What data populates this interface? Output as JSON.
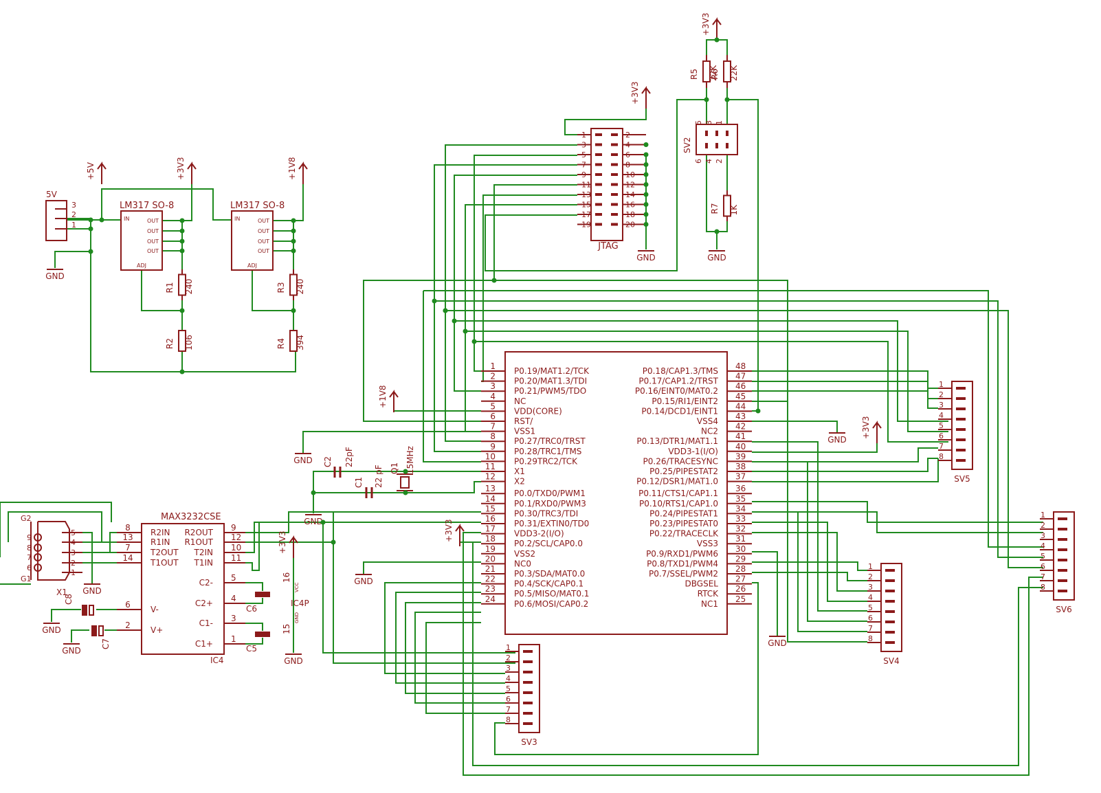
{
  "power": {
    "v5": "+5V",
    "v3v3": "+3V3",
    "v1v8": "+1V8",
    "gnd": "GND"
  },
  "regulators": [
    {
      "name": "LM317 SO-8",
      "in": "IN",
      "out": "OUT",
      "adj": "ADJ"
    },
    {
      "name": "LM317 SO-8",
      "in": "IN",
      "out": "OUT",
      "adj": "ADJ"
    }
  ],
  "connector_5v": {
    "name": "5V",
    "pins": [
      "3",
      "2",
      "1"
    ]
  },
  "resistors": {
    "r1": {
      "name": "R1",
      "value": "240"
    },
    "r2": {
      "name": "R2",
      "value": "106"
    },
    "r3": {
      "name": "R3",
      "value": "240"
    },
    "r4": {
      "name": "R4",
      "value": "394"
    },
    "r5": {
      "name": "R5",
      "value": "22K"
    },
    "r6": {
      "name": "R6",
      "value": "22K"
    },
    "r7": {
      "name": "R7",
      "value": "1K"
    }
  },
  "jtag": {
    "name": "JTAG",
    "left_pins": [
      "1",
      "3",
      "5",
      "7",
      "9",
      "11",
      "13",
      "15",
      "17",
      "19"
    ],
    "right_pins": [
      "2",
      "4",
      "6",
      "8",
      "10",
      "12",
      "14",
      "16",
      "18",
      "20"
    ]
  },
  "sv2": {
    "name": "SV2",
    "top_pins": [
      "5",
      "3",
      "1"
    ],
    "bottom_pins": [
      "6",
      "4",
      "2"
    ]
  },
  "mcu": {
    "left": [
      {
        "n": "1",
        "label": "P0.19/MAT1.2/TCK"
      },
      {
        "n": "2",
        "label": "P0.20/MAT1.3/TDI"
      },
      {
        "n": "3",
        "label": "P0.21/PWM5/TDO"
      },
      {
        "n": "4",
        "label": "NC"
      },
      {
        "n": "5",
        "label": "VDD(CORE)"
      },
      {
        "n": "6",
        "label": "RST/"
      },
      {
        "n": "7",
        "label": "VSS1"
      },
      {
        "n": "8",
        "label": "P0.27/TRC0/TRST"
      },
      {
        "n": "9",
        "label": "P0.28/TRC1/TMS"
      },
      {
        "n": "10",
        "label": "P0.29TRC2/TCK"
      },
      {
        "n": "11",
        "label": "X1"
      },
      {
        "n": "12",
        "label": "X2"
      },
      {
        "n": "13",
        "label": "P0.0/TXD0/PWM1"
      },
      {
        "n": "14",
        "label": "P0.1/RXD0/PWM3"
      },
      {
        "n": "15",
        "label": "P0.30/TRC3/TDI"
      },
      {
        "n": "16",
        "label": "P0.31/EXTIN0/TD0"
      },
      {
        "n": "17",
        "label": "VDD3-2(I/O)"
      },
      {
        "n": "18",
        "label": "P0.2/SCL/CAP0.0"
      },
      {
        "n": "19",
        "label": "VSS2"
      },
      {
        "n": "20",
        "label": "NC0"
      },
      {
        "n": "21",
        "label": "P0.3/SDA/MAT0.0"
      },
      {
        "n": "22",
        "label": "P0.4/SCK/CAP0.1"
      },
      {
        "n": "23",
        "label": "P0.5/MISO/MAT0.1"
      },
      {
        "n": "24",
        "label": "P0.6/MOSI/CAP0.2"
      }
    ],
    "right": [
      {
        "n": "48",
        "label": "P0.18/CAP1.3/TMS"
      },
      {
        "n": "47",
        "label": "P0.17/CAP1.2/TRST"
      },
      {
        "n": "46",
        "label": "P0.16/EINT0/MAT0.2"
      },
      {
        "n": "45",
        "label": "P0.15/RI1/EINT2"
      },
      {
        "n": "44",
        "label": "P0.14/DCD1/EINT1"
      },
      {
        "n": "43",
        "label": "VSS4"
      },
      {
        "n": "42",
        "label": "NC2"
      },
      {
        "n": "41",
        "label": "P0.13/DTR1/MAT1.1"
      },
      {
        "n": "40",
        "label": "VDD3-1(I/O)"
      },
      {
        "n": "39",
        "label": "P0.26/TRACESYNC"
      },
      {
        "n": "38",
        "label": "P0.25/PIPESTAT2"
      },
      {
        "n": "37",
        "label": "P0.12/DSR1/MAT1.0"
      },
      {
        "n": "36",
        "label": "P0.11/CTS1/CAP1.1"
      },
      {
        "n": "35",
        "label": "P0.10/RTS1/CAP1.0"
      },
      {
        "n": "34",
        "label": "P0.24/PIPESTAT1"
      },
      {
        "n": "33",
        "label": "P0.23/PIPESTAT0"
      },
      {
        "n": "32",
        "label": "P0.22/TRACECLK"
      },
      {
        "n": "31",
        "label": "VSS3"
      },
      {
        "n": "30",
        "label": "P0.9/RXD1/PWM6"
      },
      {
        "n": "29",
        "label": "P0.8/TXD1/PWM4"
      },
      {
        "n": "28",
        "label": "P0.7/SSEL/PWM2"
      },
      {
        "n": "27",
        "label": "DBGSEL"
      },
      {
        "n": "26",
        "label": "RTCK"
      },
      {
        "n": "25",
        "label": "NC1"
      }
    ]
  },
  "crystal": {
    "c2": "C2",
    "c2v": "22pF",
    "c1": "C1",
    "c1v": "22 pF",
    "q1": "Q1",
    "q1v": "15MHz"
  },
  "max3232": {
    "name": "MAX3232CSE",
    "ref": "IC4",
    "left": [
      {
        "n": "8",
        "label": "R2IN"
      },
      {
        "n": "13",
        "label": "R1IN"
      },
      {
        "n": "7",
        "label": "T2OUT"
      },
      {
        "n": "14",
        "label": "T1OUT"
      },
      {
        "n": "6",
        "label": "V-"
      },
      {
        "n": "2",
        "label": "V+"
      }
    ],
    "right": [
      {
        "n": "9",
        "label": "R2OUT"
      },
      {
        "n": "12",
        "label": "R1OUT"
      },
      {
        "n": "10",
        "label": "T2IN"
      },
      {
        "n": "11",
        "label": "T1IN"
      },
      {
        "n": "5",
        "label": "C2-"
      },
      {
        "n": "4",
        "label": "C2+"
      },
      {
        "n": "3",
        "label": "C1-"
      },
      {
        "n": "1",
        "label": "C1+"
      }
    ]
  },
  "caps": {
    "c5": "C5",
    "c6": "C6",
    "c7": "C7",
    "c8": "C8"
  },
  "ic4p": {
    "name": "IC4P",
    "p16": "16",
    "p15": "15",
    "vcc": "VCC",
    "gnd": "GND"
  },
  "db9": {
    "name": "X1",
    "g1": "G1",
    "g2": "G2",
    "pins_right": [
      "5",
      "4",
      "3",
      "2",
      "1"
    ],
    "pins_left": [
      "9",
      "8",
      "7",
      "6"
    ]
  },
  "headers": {
    "sv3": {
      "name": "SV3",
      "pins": [
        "1",
        "2",
        "3",
        "4",
        "5",
        "6",
        "7",
        "8"
      ]
    },
    "sv4": {
      "name": "SV4",
      "pins": [
        "1",
        "2",
        "3",
        "4",
        "5",
        "6",
        "7",
        "8"
      ]
    },
    "sv5": {
      "name": "SV5",
      "pins": [
        "1",
        "2",
        "3",
        "4",
        "5",
        "6",
        "7",
        "8"
      ]
    },
    "sv6": {
      "name": "SV6",
      "pins": [
        "1",
        "2",
        "3",
        "4",
        "5",
        "6",
        "7",
        "8"
      ]
    }
  },
  "colors": {
    "wire": "#1f8a1f",
    "part": "#8b1a1a",
    "junction": "#1f8a1f"
  }
}
